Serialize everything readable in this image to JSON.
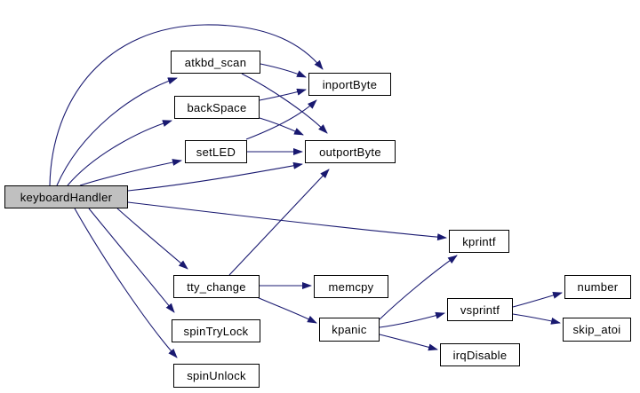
{
  "diagram": {
    "type": "call-graph",
    "colors": {
      "edge": "#191970",
      "node_border": "#000000",
      "node_fill": "#ffffff",
      "root_node_fill": "#c0c0c0",
      "text": "#000000",
      "background": "#ffffff"
    },
    "nodes": [
      {
        "id": "keyboardHandler",
        "label": "keyboardHandler",
        "root": true
      },
      {
        "id": "atkbd_scan",
        "label": "atkbd_scan"
      },
      {
        "id": "backSpace",
        "label": "backSpace"
      },
      {
        "id": "setLED",
        "label": "setLED"
      },
      {
        "id": "inportByte",
        "label": "inportByte"
      },
      {
        "id": "outportByte",
        "label": "outportByte"
      },
      {
        "id": "kprintf",
        "label": "kprintf"
      },
      {
        "id": "tty_change",
        "label": "tty_change"
      },
      {
        "id": "memcpy",
        "label": "memcpy"
      },
      {
        "id": "spinTryLock",
        "label": "spinTryLock"
      },
      {
        "id": "spinUnlock",
        "label": "spinUnlock"
      },
      {
        "id": "kpanic",
        "label": "kpanic"
      },
      {
        "id": "vsprintf",
        "label": "vsprintf"
      },
      {
        "id": "irqDisable",
        "label": "irqDisable"
      },
      {
        "id": "number",
        "label": "number"
      },
      {
        "id": "skip_atoi",
        "label": "skip_atoi"
      }
    ],
    "edges": [
      {
        "from": "keyboardHandler",
        "to": "atkbd_scan"
      },
      {
        "from": "keyboardHandler",
        "to": "backSpace"
      },
      {
        "from": "keyboardHandler",
        "to": "setLED"
      },
      {
        "from": "keyboardHandler",
        "to": "inportByte"
      },
      {
        "from": "keyboardHandler",
        "to": "outportByte"
      },
      {
        "from": "keyboardHandler",
        "to": "kprintf"
      },
      {
        "from": "keyboardHandler",
        "to": "tty_change"
      },
      {
        "from": "keyboardHandler",
        "to": "spinTryLock"
      },
      {
        "from": "keyboardHandler",
        "to": "spinUnlock"
      },
      {
        "from": "atkbd_scan",
        "to": "inportByte"
      },
      {
        "from": "atkbd_scan",
        "to": "outportByte"
      },
      {
        "from": "backSpace",
        "to": "inportByte"
      },
      {
        "from": "backSpace",
        "to": "outportByte"
      },
      {
        "from": "setLED",
        "to": "inportByte"
      },
      {
        "from": "setLED",
        "to": "outportByte"
      },
      {
        "from": "tty_change",
        "to": "memcpy"
      },
      {
        "from": "tty_change",
        "to": "kpanic"
      },
      {
        "from": "tty_change",
        "to": "outportByte"
      },
      {
        "from": "kpanic",
        "to": "kprintf"
      },
      {
        "from": "kpanic",
        "to": "vsprintf"
      },
      {
        "from": "kpanic",
        "to": "irqDisable"
      },
      {
        "from": "vsprintf",
        "to": "number"
      },
      {
        "from": "vsprintf",
        "to": "skip_atoi"
      }
    ]
  }
}
